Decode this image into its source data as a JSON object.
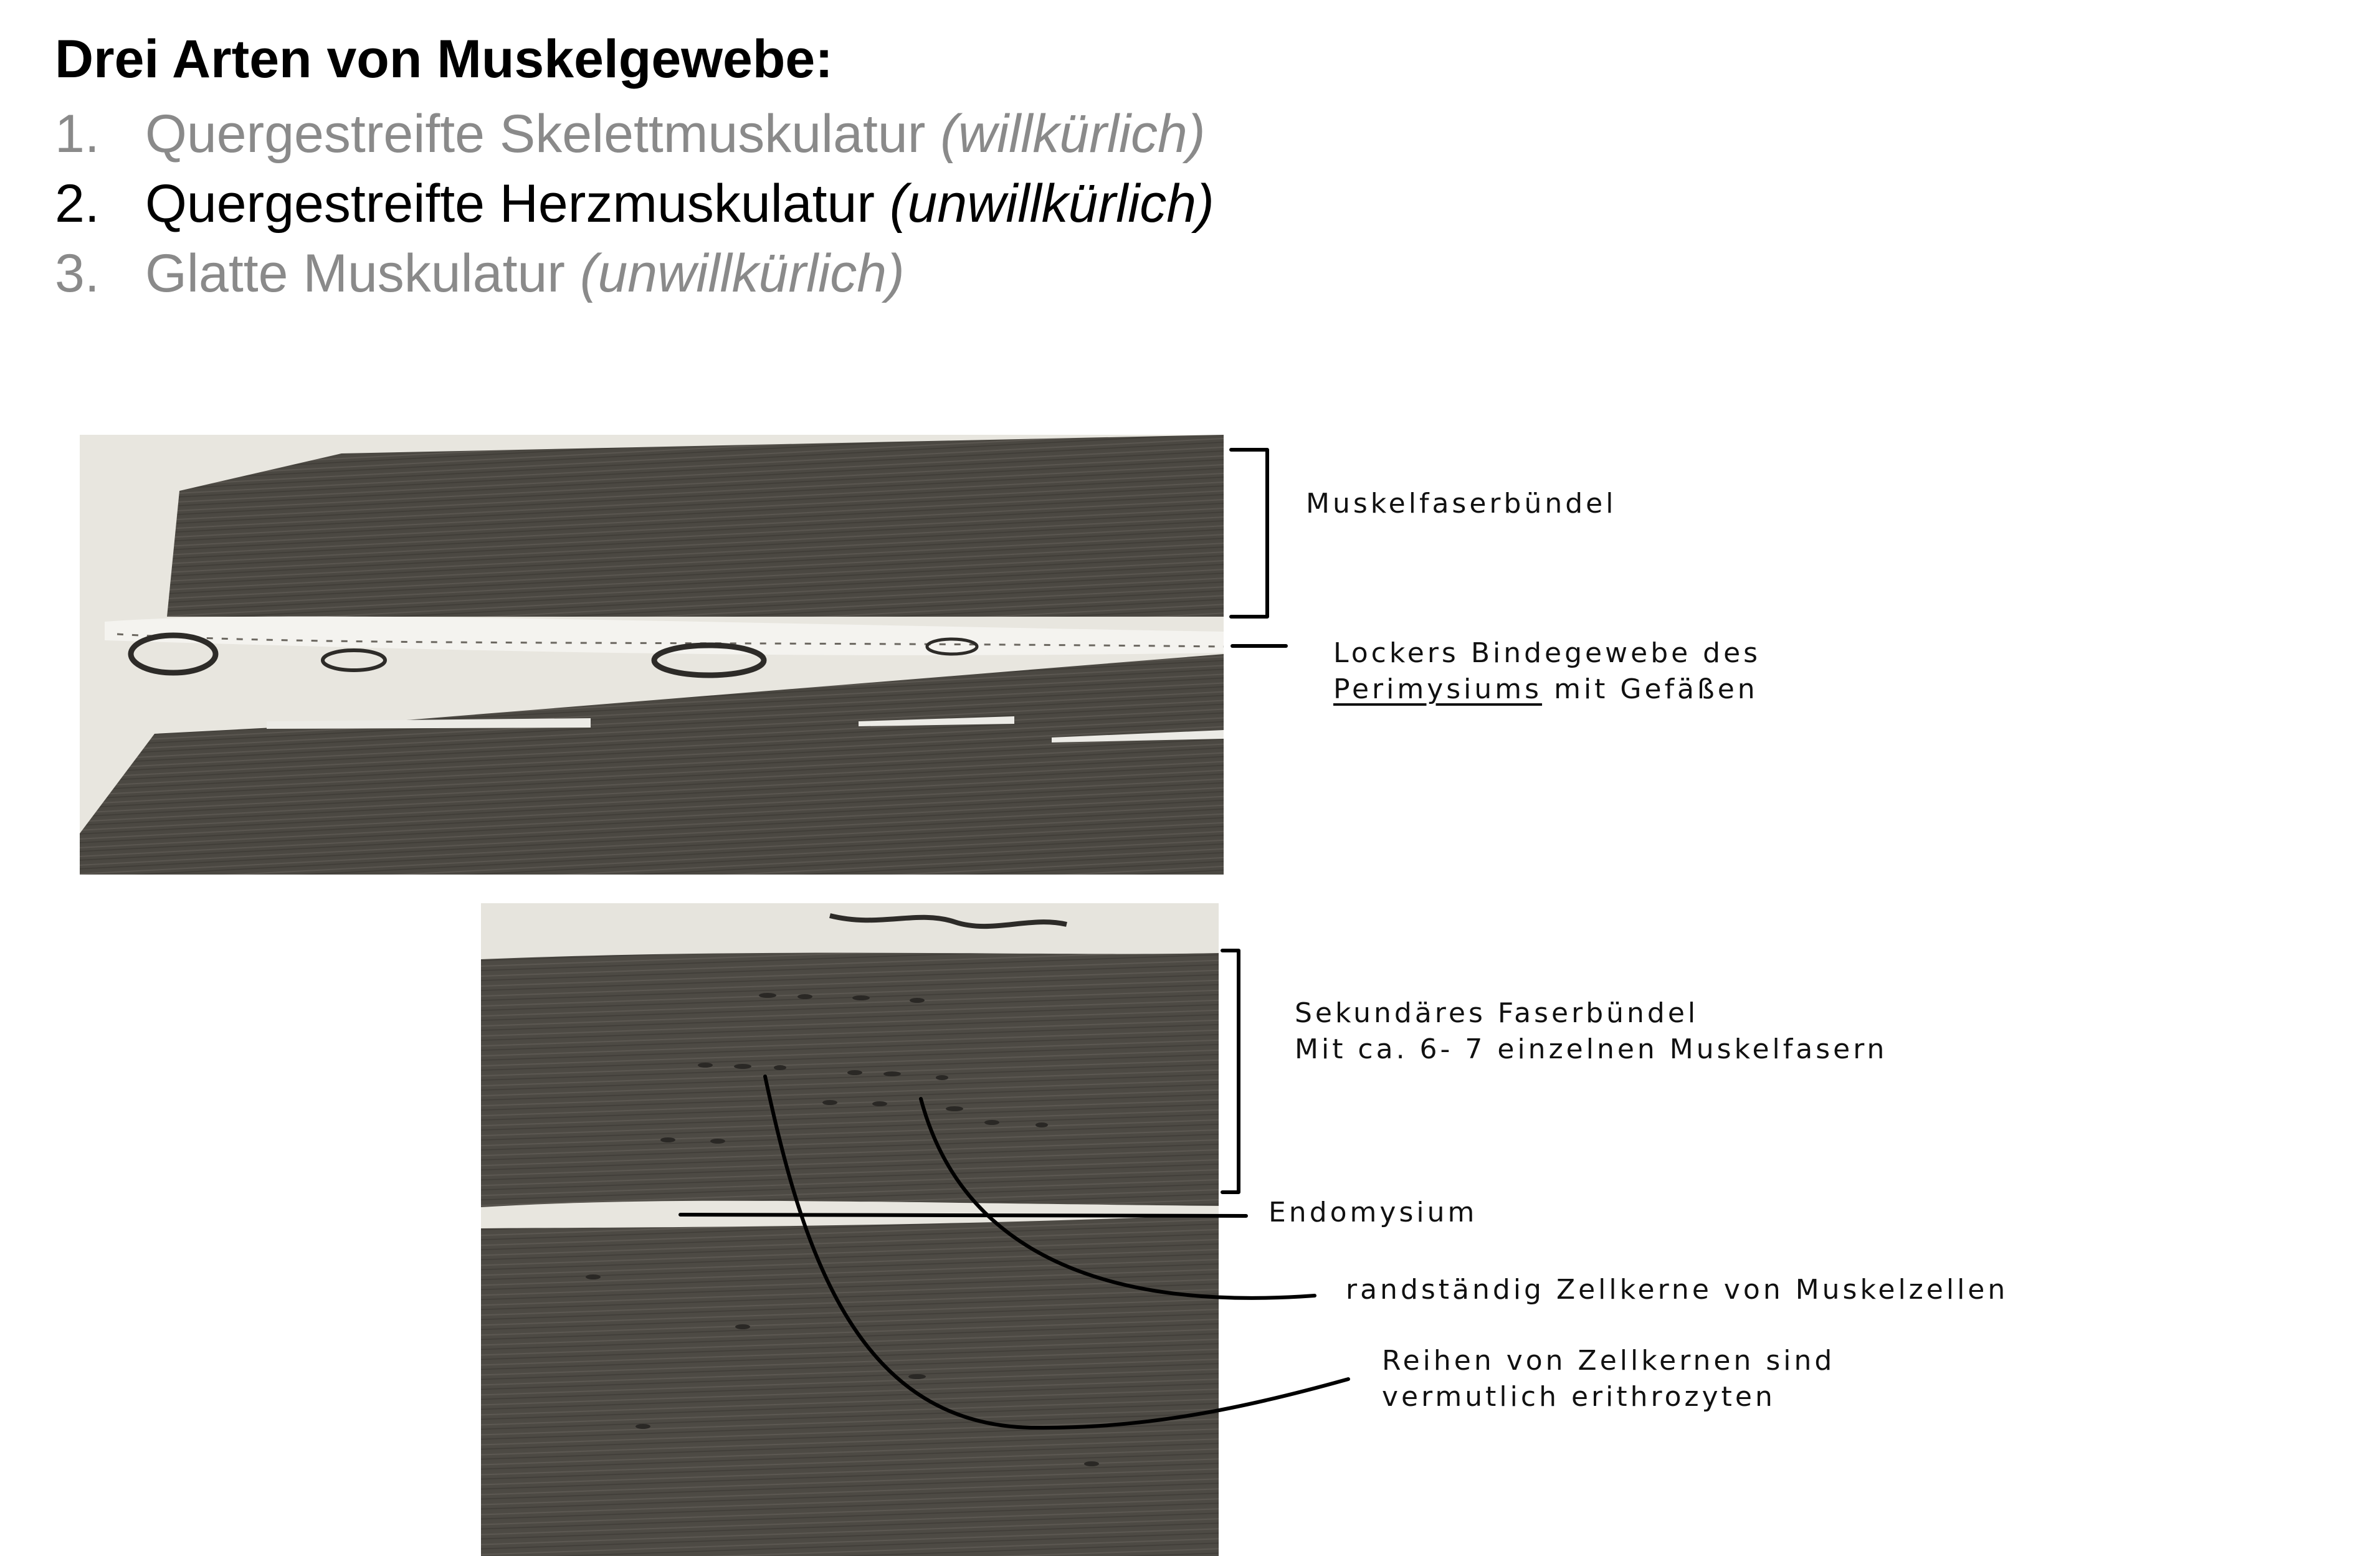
{
  "heading": "Drei Arten von Muskelgewebe:",
  "muscle_types": [
    {
      "number": "1.",
      "name": "Quergestreifte Skelettmuskulatur",
      "note": "(willkürlich)",
      "state": "muted"
    },
    {
      "number": "2.",
      "name": "Quergestreifte Herzmuskulatur",
      "note": "(unwillkürlich)",
      "state": "active"
    },
    {
      "number": "3.",
      "name": "Glatte Muskulatur",
      "note": "(unwillkürlich)",
      "state": "muted"
    }
  ],
  "annotations": {
    "bundle": "Muskelfaserbündel",
    "perimysium_prefix": "Lockers Bindegewebe des",
    "perimysium_term": "Perimysiums",
    "perimysium_suffix": "mit Gefäßen",
    "secondary_line1": "Sekundäres Faserbündel",
    "secondary_line2": "Mit ca. 6- 7 einzelnen Muskelfasern",
    "endomysium": "Endomysium",
    "nuclei": "randständig Zellkerne von Muskelzellen",
    "rows_line1": "Reihen von Zellkernen sind",
    "rows_line2": "vermutlich erithrozyten"
  },
  "colors": {
    "muted_text": "#8a8a8a",
    "active_text": "#000000",
    "tissue": "#4b4842",
    "tissue_dark": "#3c3934",
    "connective_tissue": "#e6e4dd"
  }
}
